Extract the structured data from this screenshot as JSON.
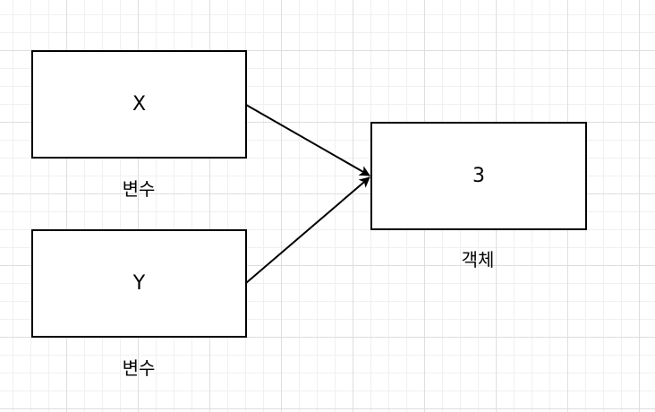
{
  "diagram": {
    "nodes": {
      "x": {
        "label": "X",
        "caption": "변수"
      },
      "y": {
        "label": "Y",
        "caption": "변수"
      },
      "obj": {
        "label": "3",
        "caption": "객체"
      }
    },
    "edges": [
      {
        "from": "x",
        "to": "obj"
      },
      {
        "from": "y",
        "to": "obj"
      }
    ],
    "colors": {
      "stroke": "#000000",
      "fill": "#ffffff",
      "grid": "#dedede"
    }
  }
}
